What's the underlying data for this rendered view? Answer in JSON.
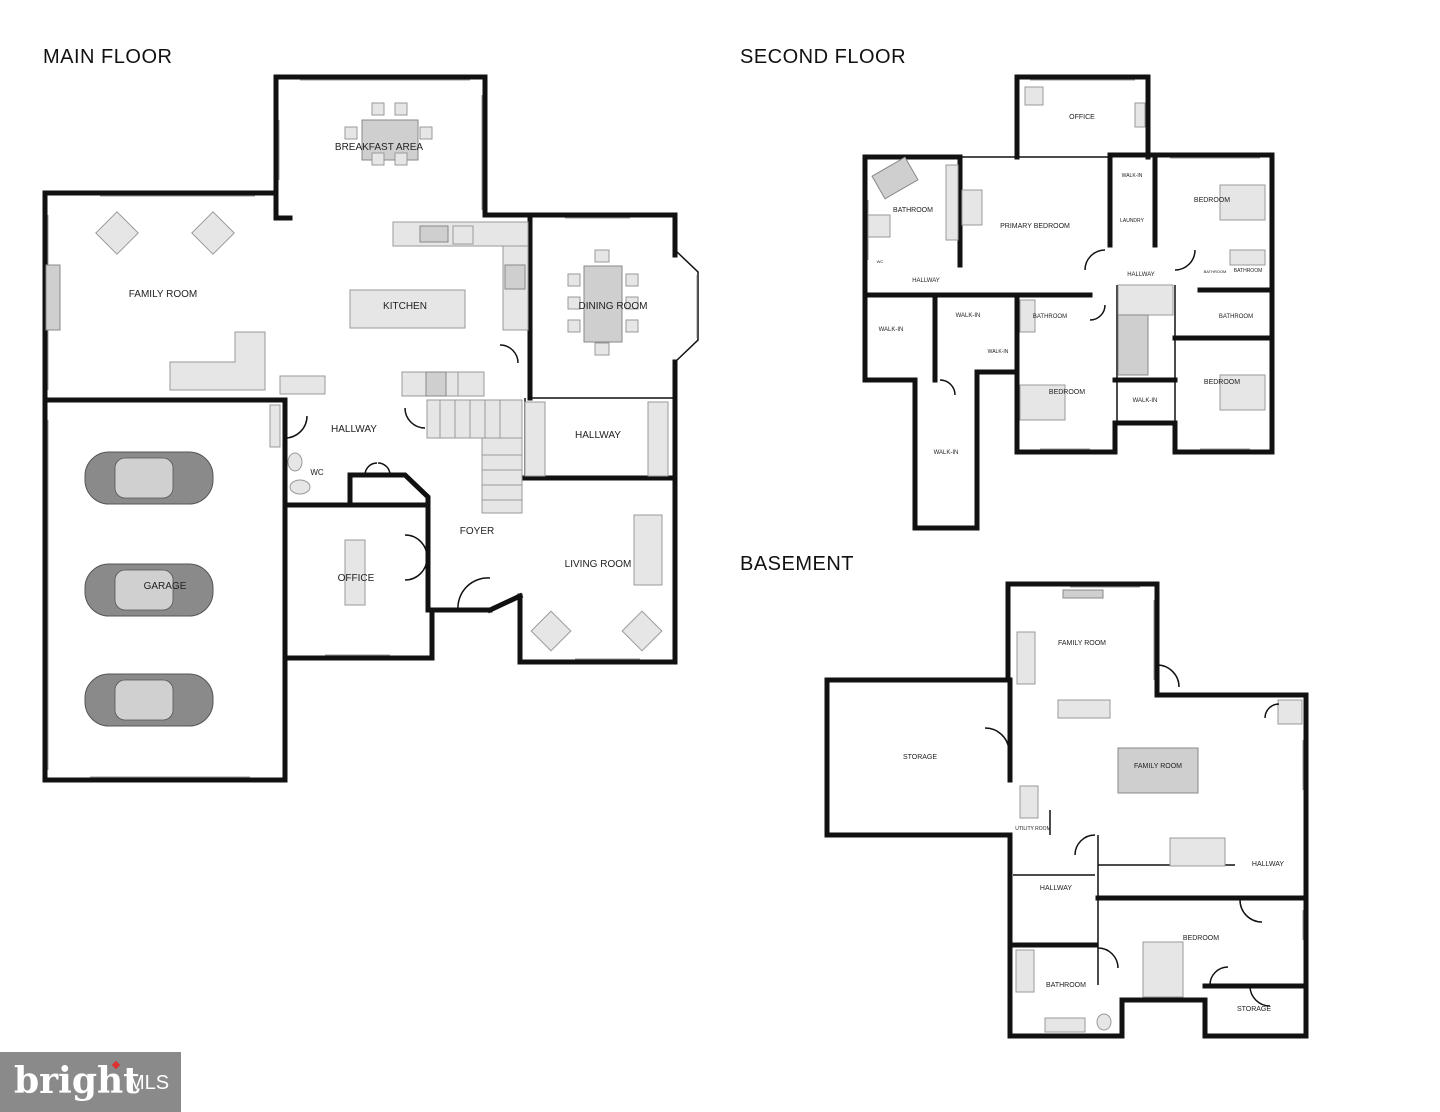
{
  "floors": {
    "main": "MAIN FLOOR",
    "second": "SECOND FLOOR",
    "basement": "BASEMENT"
  },
  "main_rooms": {
    "breakfast": "BREAKFAST AREA",
    "family": "FAMILY ROOM",
    "kitchen": "KITCHEN",
    "dining": "DINING ROOM",
    "hallway1": "HALLWAY",
    "hallway2": "HALLWAY",
    "wc": "WC",
    "foyer": "FOYER",
    "office": "OFFICE",
    "living": "LIVING ROOM",
    "garage": "GARAGE"
  },
  "second_rooms": {
    "office": "OFFICE",
    "bathroom1": "BATHROOM",
    "primary": "PRIMARY BEDROOM",
    "walkin_top": "WALK-IN",
    "laundry": "LAUNDRY",
    "bedroom1": "BEDROOM",
    "wc": "WC",
    "hallway_left": "HALLWAY",
    "hallway_center": "HALLWAY",
    "bathroom_small": "BATHROOM",
    "bathroom2": "BATHROOM",
    "walkin_left": "WALK-IN",
    "walkin_mid": "WALK-IN",
    "bathroom3": "BATHROOM",
    "bathroom4": "BATHROOM",
    "walkin_small": "WALK-IN",
    "bedroom2": "BEDROOM",
    "walkin_center": "WALK-IN",
    "bedroom3": "BEDROOM",
    "walkin_long": "WALK-IN"
  },
  "basement_rooms": {
    "family1": "FAMILY ROOM",
    "storage1": "STORAGE",
    "family2": "FAMILY ROOM",
    "utility": "UTILITY ROOM",
    "hallway1": "HALLWAY",
    "hallway2": "HALLWAY",
    "bedroom": "BEDROOM",
    "bathroom": "BATHROOM",
    "storage2": "STORAGE"
  },
  "logo": {
    "brand": "bright",
    "mls": "MLS"
  }
}
